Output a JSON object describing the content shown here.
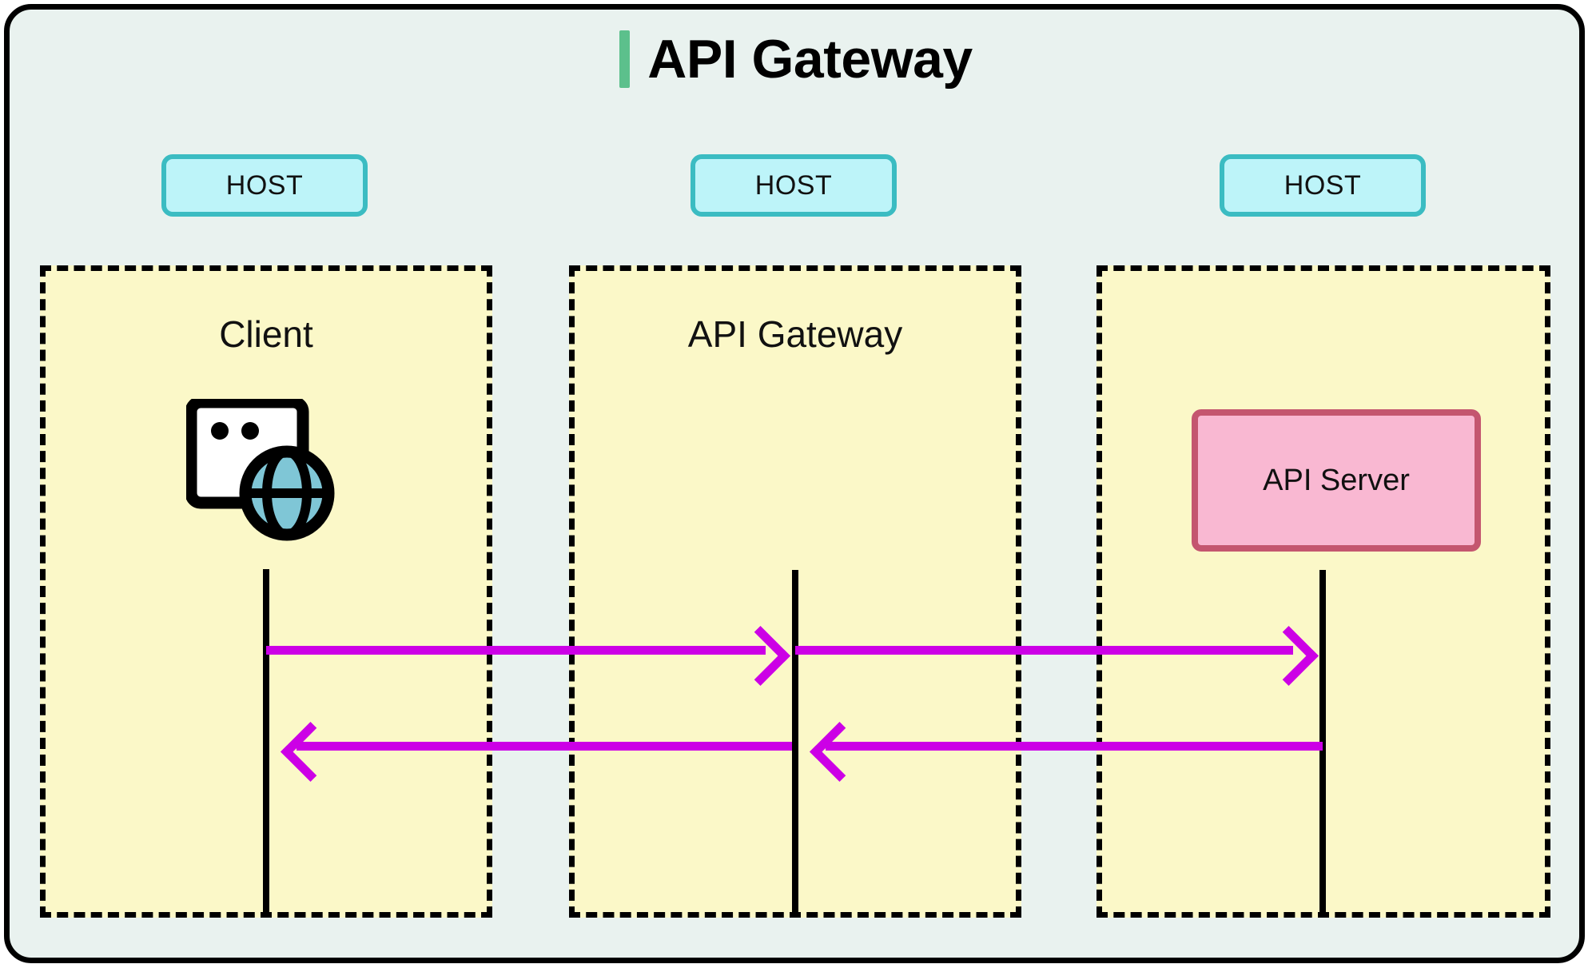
{
  "diagram": {
    "title": "API Gateway",
    "accent_color": "#5cc08c",
    "background_color": "#e9f2ef",
    "border_color": "#000000"
  },
  "hosts": [
    {
      "badge": "HOST",
      "label": "Client",
      "icon": "browser-globe-icon"
    },
    {
      "badge": "HOST",
      "label": "API Gateway",
      "icon": null
    },
    {
      "badge": "HOST",
      "label": "",
      "icon": null
    }
  ],
  "host_badge_style": {
    "fill": "#bdf4f9",
    "border": "#3bbcc2"
  },
  "host_box_style": {
    "fill": "#fbf8c8",
    "border": "#000000",
    "border_style": "dashed"
  },
  "nodes": [
    {
      "name": "api-server",
      "label": "API Server",
      "fill": "#f9b8d2",
      "border": "#c4566f",
      "host_index": 2
    }
  ],
  "messages": [
    {
      "from": "Client",
      "to": "API Gateway",
      "direction": "right",
      "row": 1,
      "color": "#cc00e6",
      "label": ""
    },
    {
      "from": "API Gateway",
      "to": "API Server",
      "direction": "right",
      "row": 1,
      "color": "#cc00e6",
      "label": ""
    },
    {
      "from": "API Gateway",
      "to": "Client",
      "direction": "left",
      "row": 2,
      "color": "#cc00e6",
      "label": ""
    },
    {
      "from": "API Server",
      "to": "API Gateway",
      "direction": "left",
      "row": 2,
      "color": "#cc00e6",
      "label": ""
    }
  ],
  "icon_colors": {
    "globe_fill": "#7fc6d6",
    "window_fill": "#ffffff",
    "stroke": "#000000"
  }
}
